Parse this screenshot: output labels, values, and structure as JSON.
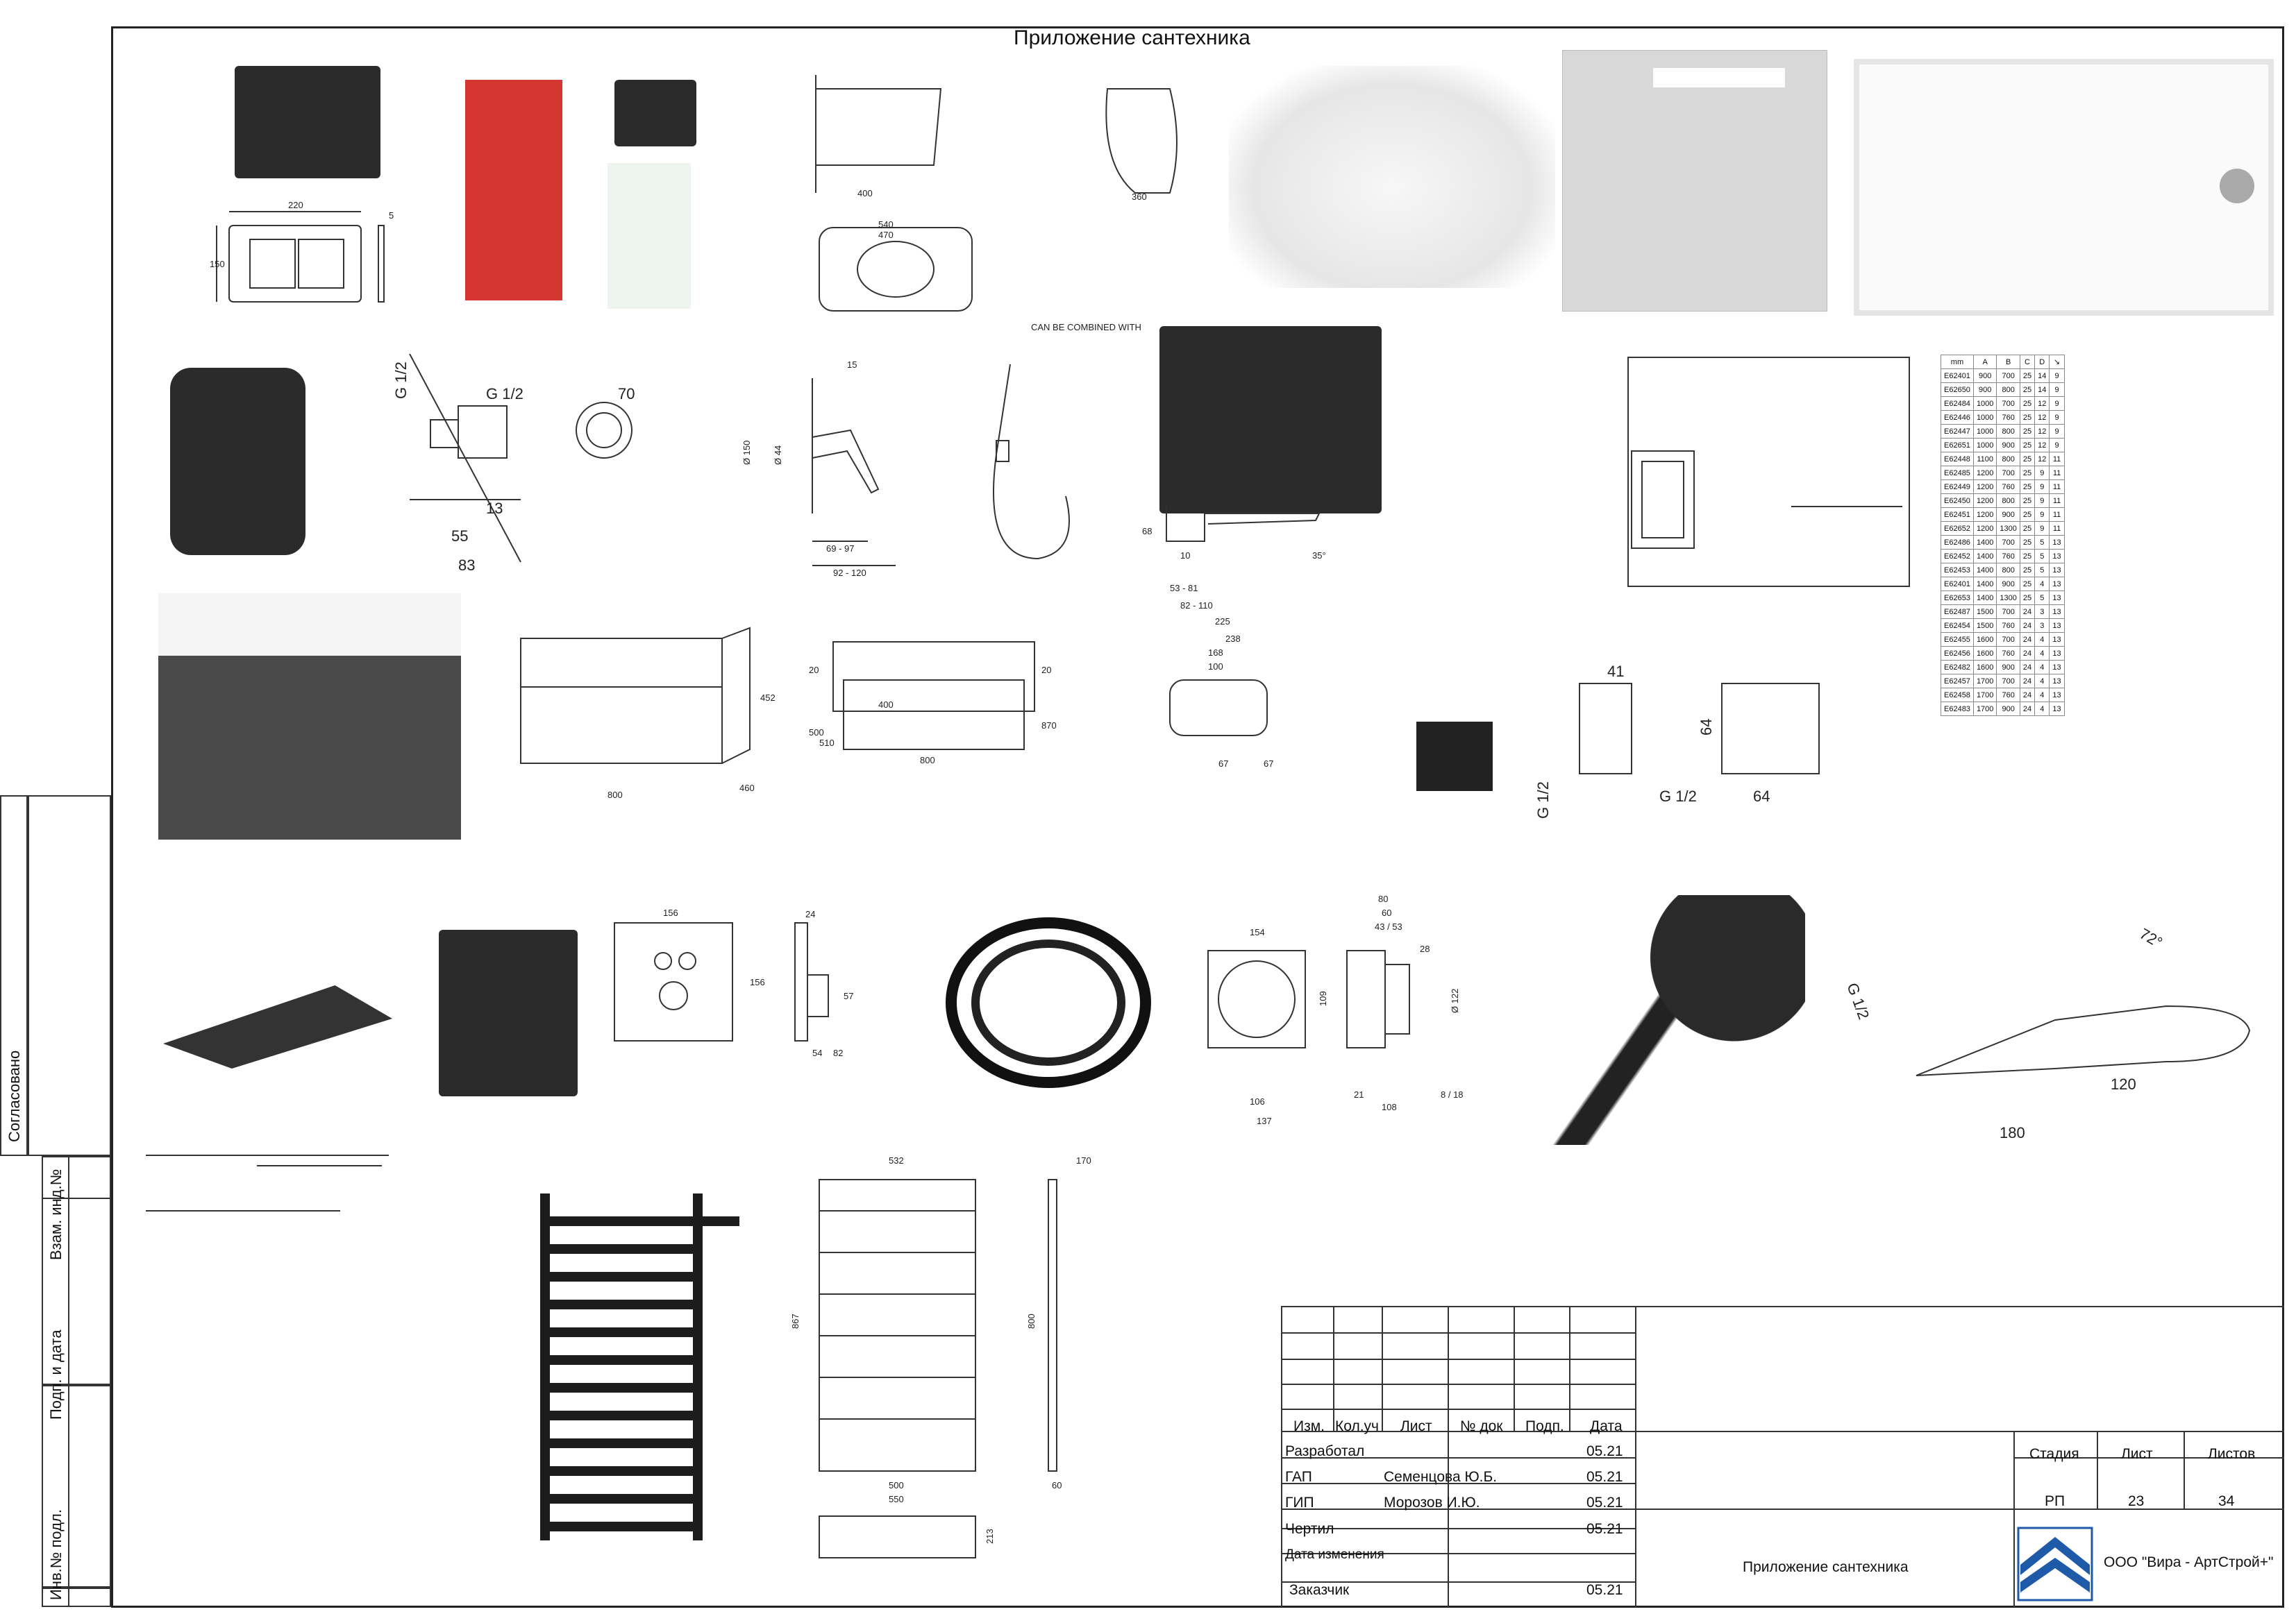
{
  "sheet_title": "Приложение сантехника",
  "side_strip": {
    "agreed": "Согласовано",
    "vzam_inv": "Взам. инд.№",
    "podp_data": "Подп. и дата",
    "inv_podl": "Инв.№ подл."
  },
  "stamp": {
    "headers": [
      "Изм.",
      "Кол.уч",
      "Лист",
      "№ док",
      "Подп.",
      "Дата"
    ],
    "rows": [
      {
        "role": "Разработал",
        "name": "",
        "date": ""
      },
      {
        "role": "ГАП",
        "name": "Семенцова Ю.Б.",
        "date": "05.21"
      },
      {
        "role": "ГИП",
        "name": "Морозов И.Ю.",
        "date": "05.21"
      },
      {
        "role": "Чертил",
        "name": "",
        "date": "05.21"
      },
      {
        "role": "Дата изменения",
        "name": "",
        "date": ""
      },
      {
        "role": "Заказчик",
        "name": "",
        "date": "05.21"
      }
    ],
    "stage_label": "Стадия",
    "sheet_label": "Лист",
    "sheets_label": "Листов",
    "stage": "РП",
    "sheet": "23",
    "sheets": "34",
    "doc_title": "Приложение сантехника",
    "company": "ООО \"Вира - АртСтрой+\"",
    "first_row_date": "05.21"
  },
  "dims": {
    "flush_w": "220",
    "flush_h": "150",
    "flush_d": "5",
    "mixer_g1": "G 1/2",
    "mixer_g2": "G 1/2",
    "mixer_70": "70",
    "mixer_13": "13",
    "mixer_55": "55",
    "mixer_83": "83",
    "lever_15": "15",
    "lever_150": "Ø 150",
    "lever_44": "Ø 44",
    "lever_6997": "69 - 97",
    "lever_92120": "92 - 120",
    "spout_68": "68",
    "spout_10": "10",
    "spout_5381": "53 - 81",
    "spout_82110": "82 - 110",
    "spout_225": "225",
    "spout_238": "238",
    "spout_168": "168",
    "spout_100": "100",
    "spout_67a": "67",
    "spout_67b": "67",
    "spout_35": "35°",
    "vanity_800": "800",
    "vanity_452": "452",
    "vanity_460": "460",
    "vanity_400": "400",
    "vanity_800b": "800",
    "vanity_20a": "20",
    "vanity_20b": "20",
    "vanity_500": "500",
    "vanity_870": "870",
    "vanity_510": "510",
    "conn_41": "41",
    "conn_64a": "64",
    "conn_64b": "64",
    "conn_g12a": "G 1/2",
    "conn_g12b": "G 1/2",
    "box_154": "154",
    "box_80": "80",
    "box_60": "60",
    "box_4353": "43 / 53",
    "box_28": "28",
    "box_109": "109",
    "box_122": "Ø 122",
    "box_106": "106",
    "box_137": "137",
    "box_21": "21",
    "box_108": "108",
    "box_818": "8 / 18",
    "hs_72": "72°",
    "hs_g12": "G 1/2",
    "hs_120": "120",
    "hs_180": "180",
    "rail_532": "532",
    "rail_170": "170",
    "rail_867": "867",
    "rail_800": "800",
    "rail_500": "500",
    "rail_550": "550",
    "rail_60": "60",
    "rail_213": "213",
    "sel_156": "156",
    "sel_156b": "156",
    "sel_24": "24",
    "sel_57": "57",
    "sel_54": "54",
    "sel_82": "82",
    "wc_540": "540",
    "wc_470": "470",
    "wc_400": "400",
    "wc_360": "360",
    "wc_can": "CAN BE COMBINED WITH"
  },
  "tray_table": {
    "headers": [
      "mm",
      "A",
      "B",
      "C",
      "D",
      "↘"
    ],
    "rows": [
      [
        "E62401",
        "900",
        "700",
        "25",
        "14",
        "9"
      ],
      [
        "E62650",
        "900",
        "800",
        "25",
        "14",
        "9"
      ],
      [
        "E62484",
        "1000",
        "700",
        "25",
        "12",
        "9"
      ],
      [
        "E62446",
        "1000",
        "760",
        "25",
        "12",
        "9"
      ],
      [
        "E62447",
        "1000",
        "800",
        "25",
        "12",
        "9"
      ],
      [
        "E62651",
        "1000",
        "900",
        "25",
        "12",
        "9"
      ],
      [
        "E62448",
        "1100",
        "800",
        "25",
        "12",
        "11"
      ],
      [
        "E62485",
        "1200",
        "700",
        "25",
        "9",
        "11"
      ],
      [
        "E62449",
        "1200",
        "760",
        "25",
        "9",
        "11"
      ],
      [
        "E62450",
        "1200",
        "800",
        "25",
        "9",
        "11"
      ],
      [
        "E62451",
        "1200",
        "900",
        "25",
        "9",
        "11"
      ],
      [
        "E62652",
        "1200",
        "1300",
        "25",
        "9",
        "11"
      ],
      [
        "E62486",
        "1400",
        "700",
        "25",
        "5",
        "13"
      ],
      [
        "E62452",
        "1400",
        "760",
        "25",
        "5",
        "13"
      ],
      [
        "E62453",
        "1400",
        "800",
        "25",
        "5",
        "13"
      ],
      [
        "E62401",
        "1400",
        "900",
        "25",
        "4",
        "13"
      ],
      [
        "E62653",
        "1400",
        "1300",
        "25",
        "5",
        "13"
      ],
      [
        "E62487",
        "1500",
        "700",
        "24",
        "3",
        "13"
      ],
      [
        "E62454",
        "1500",
        "760",
        "24",
        "3",
        "13"
      ],
      [
        "E62455",
        "1600",
        "700",
        "24",
        "4",
        "13"
      ],
      [
        "E62456",
        "1600",
        "760",
        "24",
        "4",
        "13"
      ],
      [
        "E62482",
        "1600",
        "900",
        "24",
        "4",
        "13"
      ],
      [
        "E62457",
        "1700",
        "700",
        "24",
        "4",
        "13"
      ],
      [
        "E62458",
        "1700",
        "760",
        "24",
        "4",
        "13"
      ],
      [
        "E62483",
        "1700",
        "900",
        "24",
        "4",
        "13"
      ]
    ]
  }
}
